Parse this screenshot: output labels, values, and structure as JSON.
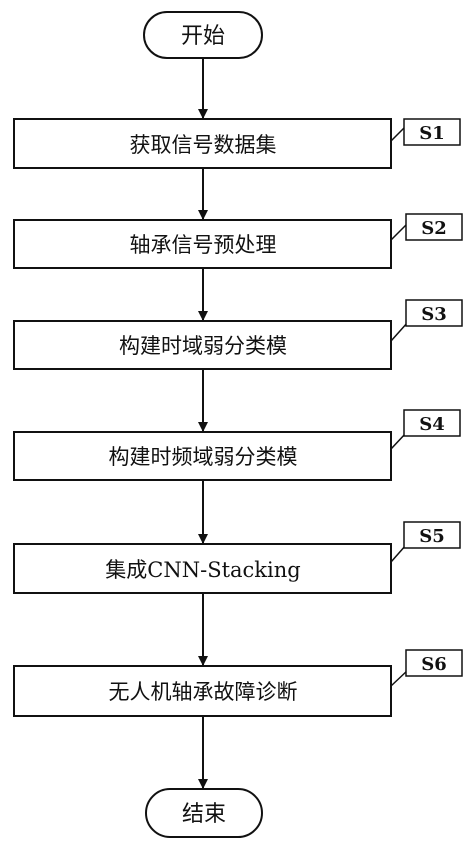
{
  "flowchart": {
    "start": {
      "label": "开始"
    },
    "steps": [
      {
        "id": "S1",
        "label": "获取信号数据集"
      },
      {
        "id": "S2",
        "label": "轴承信号预处理"
      },
      {
        "id": "S3",
        "label": "构建时域弱分类模"
      },
      {
        "id": "S4",
        "label": "构建时频域弱分类模"
      },
      {
        "id": "S5",
        "label": "集成CNN-Stacking"
      },
      {
        "id": "S6",
        "label": "无人机轴承故障诊断"
      }
    ],
    "end": {
      "label": "结束"
    }
  }
}
